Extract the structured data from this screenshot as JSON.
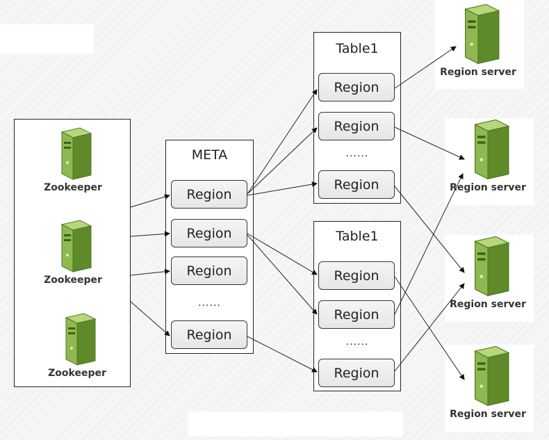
{
  "zookeeper_cluster": {
    "nodes": [
      {
        "label": "Zookeeper"
      },
      {
        "label": "Zookeeper"
      },
      {
        "label": "Zookeeper"
      }
    ]
  },
  "meta_table": {
    "title": "META",
    "regions": [
      "Region",
      "Region",
      "Region",
      "Region"
    ],
    "ellipsis": "......"
  },
  "user_tables": [
    {
      "title": "Table1",
      "regions": [
        "Region",
        "Region",
        "Region"
      ],
      "ellipsis": "......"
    },
    {
      "title": "Table1",
      "regions": [
        "Region",
        "Region",
        "Region"
      ],
      "ellipsis": "......"
    }
  ],
  "region_servers": [
    {
      "label": "Region server"
    },
    {
      "label": "Region server"
    },
    {
      "label": "Region server"
    },
    {
      "label": "Region server"
    }
  ],
  "colors": {
    "server_green": "#8fb850",
    "server_dark": "#5e8a2a",
    "border": "#222222",
    "region_fill": "#ececec"
  }
}
